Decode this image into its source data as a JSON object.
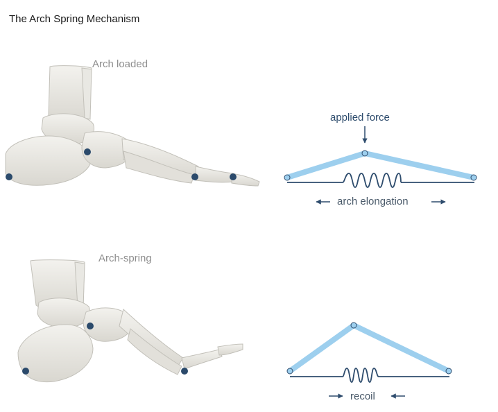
{
  "title": "The Arch Spring Mechanism",
  "panels": [
    {
      "label": "Arch loaded",
      "force_label": "applied force",
      "motion_label": "arch elongation"
    },
    {
      "label": "Arch-spring",
      "motion_label": "recoil"
    }
  ],
  "colors": {
    "arch_beam": "#9dcfee",
    "marker": "#2b4a6b",
    "spring": "#2e4c6d",
    "arrow": "#2e4c6d",
    "bone": "#e6e4de"
  }
}
